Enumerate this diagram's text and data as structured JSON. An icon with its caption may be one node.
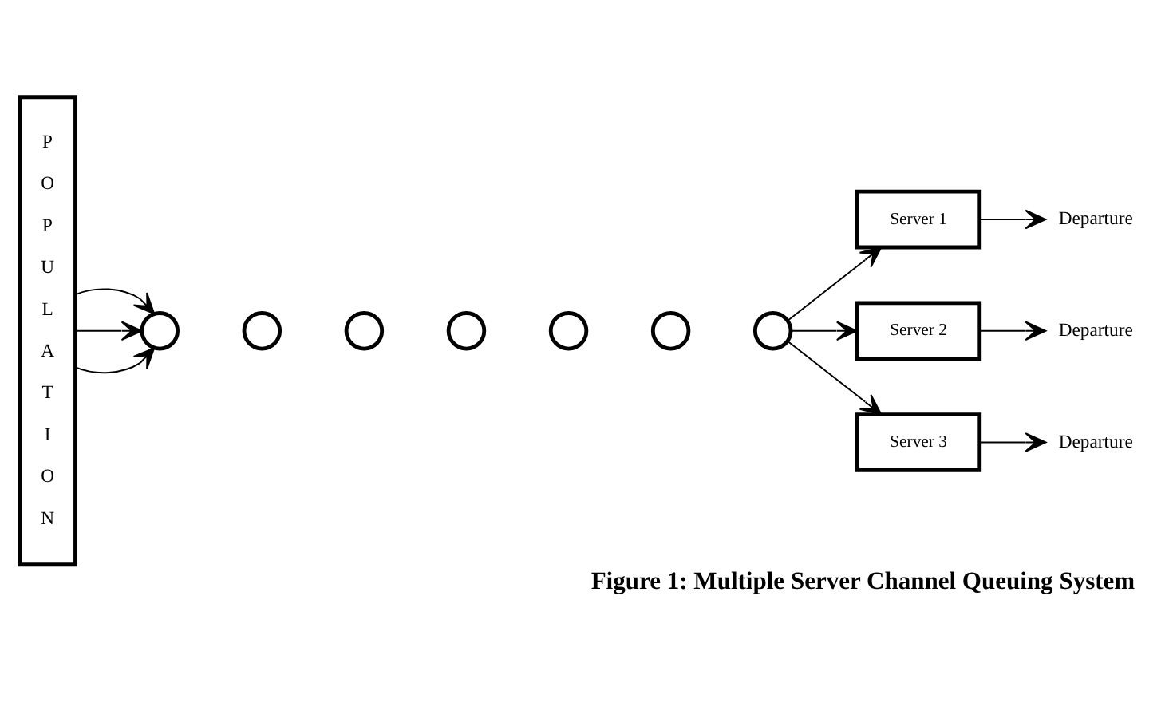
{
  "diagram": {
    "caption": "Figure 1: Multiple Server Channel Queuing System",
    "nodes": [
      {
        "text": [
          "P O P U L A T I O N"
        ]
      },
      {
        "text": [],
        "shape": "circle"
      },
      {
        "text": [],
        "shape": "circle"
      },
      {
        "text": [],
        "shape": "circle"
      },
      {
        "text": [],
        "shape": "circle"
      },
      {
        "text": [],
        "shape": "circle"
      },
      {
        "text": [],
        "shape": "circle"
      },
      {
        "text": [],
        "shape": "circle"
      },
      {
        "text": [
          "Server 1"
        ]
      },
      {
        "text": [
          "Departure"
        ]
      },
      {
        "text": [
          "Server 2"
        ]
      },
      {
        "text": [
          "Departure"
        ]
      },
      {
        "text": [
          "Server 3"
        ]
      },
      {
        "text": [
          "Departure"
        ]
      }
    ],
    "edges": [
      {
        "from": 0,
        "to": 1,
        "arrow": "to"
      },
      {
        "from": 0,
        "to": 1,
        "arrow": "to"
      },
      {
        "from": 0,
        "to": 1,
        "arrow": "to"
      },
      {
        "from": 7,
        "to": 8,
        "arrow": "to"
      },
      {
        "from": 7,
        "to": 10,
        "arrow": "to"
      },
      {
        "from": 7,
        "to": 12,
        "arrow": "to"
      },
      {
        "from": 8,
        "to": 9,
        "arrow": "to"
      },
      {
        "from": 10,
        "to": 11,
        "arrow": "to"
      },
      {
        "from": 12,
        "to": 13,
        "arrow": "to"
      }
    ]
  }
}
